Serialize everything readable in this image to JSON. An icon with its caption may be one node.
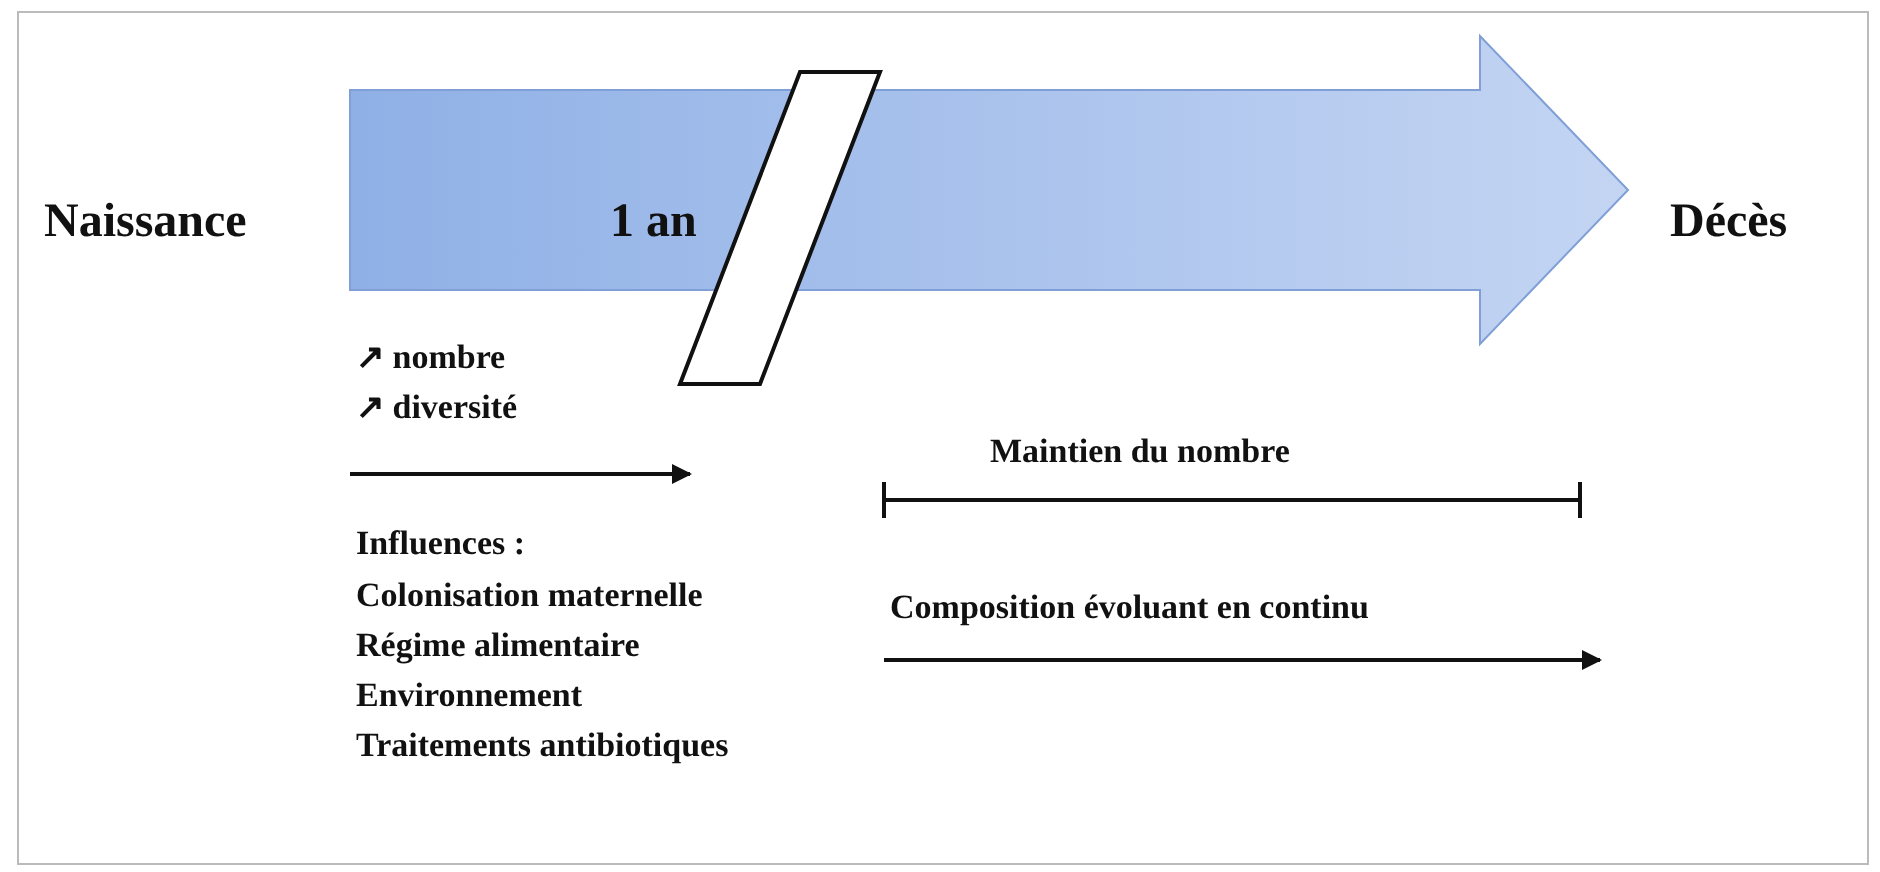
{
  "diagram": {
    "nodes": [
      {
        "text": [
          "1 an"
        ],
        "beside": [
          "Naissance",
          "Décès"
        ]
      }
    ],
    "labels": [
      "↗ nombre",
      "↗ diversité",
      "Maintien du nombre",
      "Influences :",
      "Colonisation maternelle",
      "Composition évoluant en continu",
      "Régime alimentaire",
      "Environnement",
      "Traitements antibiotiques"
    ]
  }
}
